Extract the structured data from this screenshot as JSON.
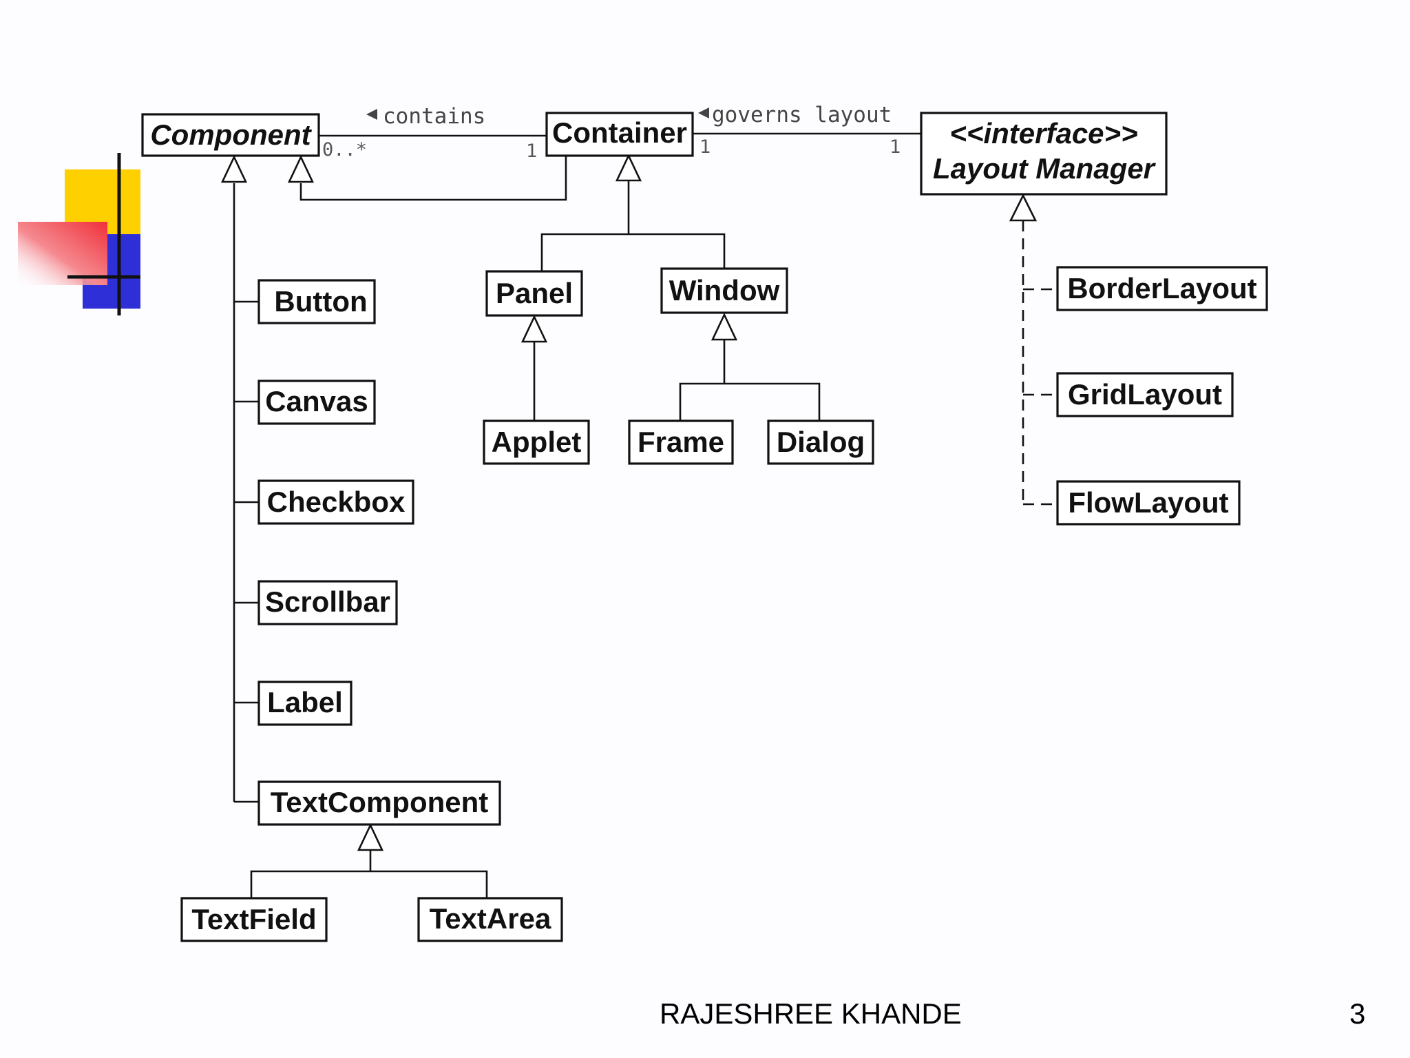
{
  "diagram": {
    "classes": {
      "component": "Component",
      "container": "Container",
      "layout_manager_stereotype": "<<interface>>",
      "layout_manager": "Layout Manager",
      "button": "Button",
      "canvas": "Canvas",
      "checkbox": "Checkbox",
      "scrollbar": "Scrollbar",
      "label": "Label",
      "text_component": "TextComponent",
      "text_field": "TextField",
      "text_area": "TextArea",
      "panel": "Panel",
      "window": "Window",
      "applet": "Applet",
      "frame": "Frame",
      "dialog": "Dialog",
      "border_layout": "BorderLayout",
      "grid_layout": "GridLayout",
      "flow_layout": "FlowLayout"
    },
    "associations": {
      "contains": {
        "label": "contains",
        "mult_component": "0..*",
        "mult_container": "1"
      },
      "governs_layout": {
        "label": "governs layout",
        "mult_container": "1",
        "mult_layout_manager": "1"
      }
    }
  },
  "footer": {
    "author": "RAJESHREE KHANDE",
    "page_number": "3"
  },
  "decoration_colors": {
    "yellow": "#ffd000",
    "blue": "#2f2fd8",
    "red": "#f0303a",
    "line": "#111111"
  }
}
